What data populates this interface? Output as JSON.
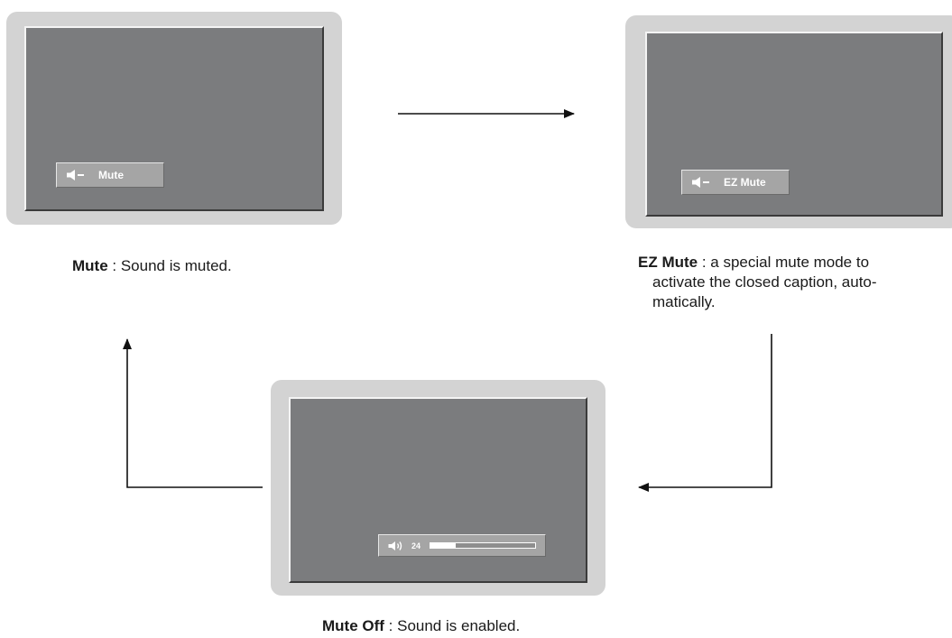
{
  "states": {
    "mute": {
      "osd_label": "Mute",
      "caption_term": "Mute",
      "caption_sep": " : ",
      "caption_desc": "Sound is muted."
    },
    "ez_mute": {
      "osd_label": "EZ Mute",
      "caption_term": "EZ Mute",
      "caption_sep": " : ",
      "caption_desc_line1": "a special mute mode to",
      "caption_desc_line2": "activate the closed caption, auto-",
      "caption_desc_line3": "matically."
    },
    "mute_off": {
      "volume_value": "24",
      "volume_level": 0.24,
      "caption_term": "Mute Off",
      "caption_sep": " : ",
      "caption_desc": "Sound is enabled."
    }
  },
  "icons": {
    "muted": "speaker-muted-icon",
    "volume": "speaker-volume-icon"
  },
  "colors": {
    "tv_bezel": "#d3d3d3",
    "screen": "#7b7c7e",
    "osd_box": "#a5a5a5",
    "arrow": "#111111"
  }
}
